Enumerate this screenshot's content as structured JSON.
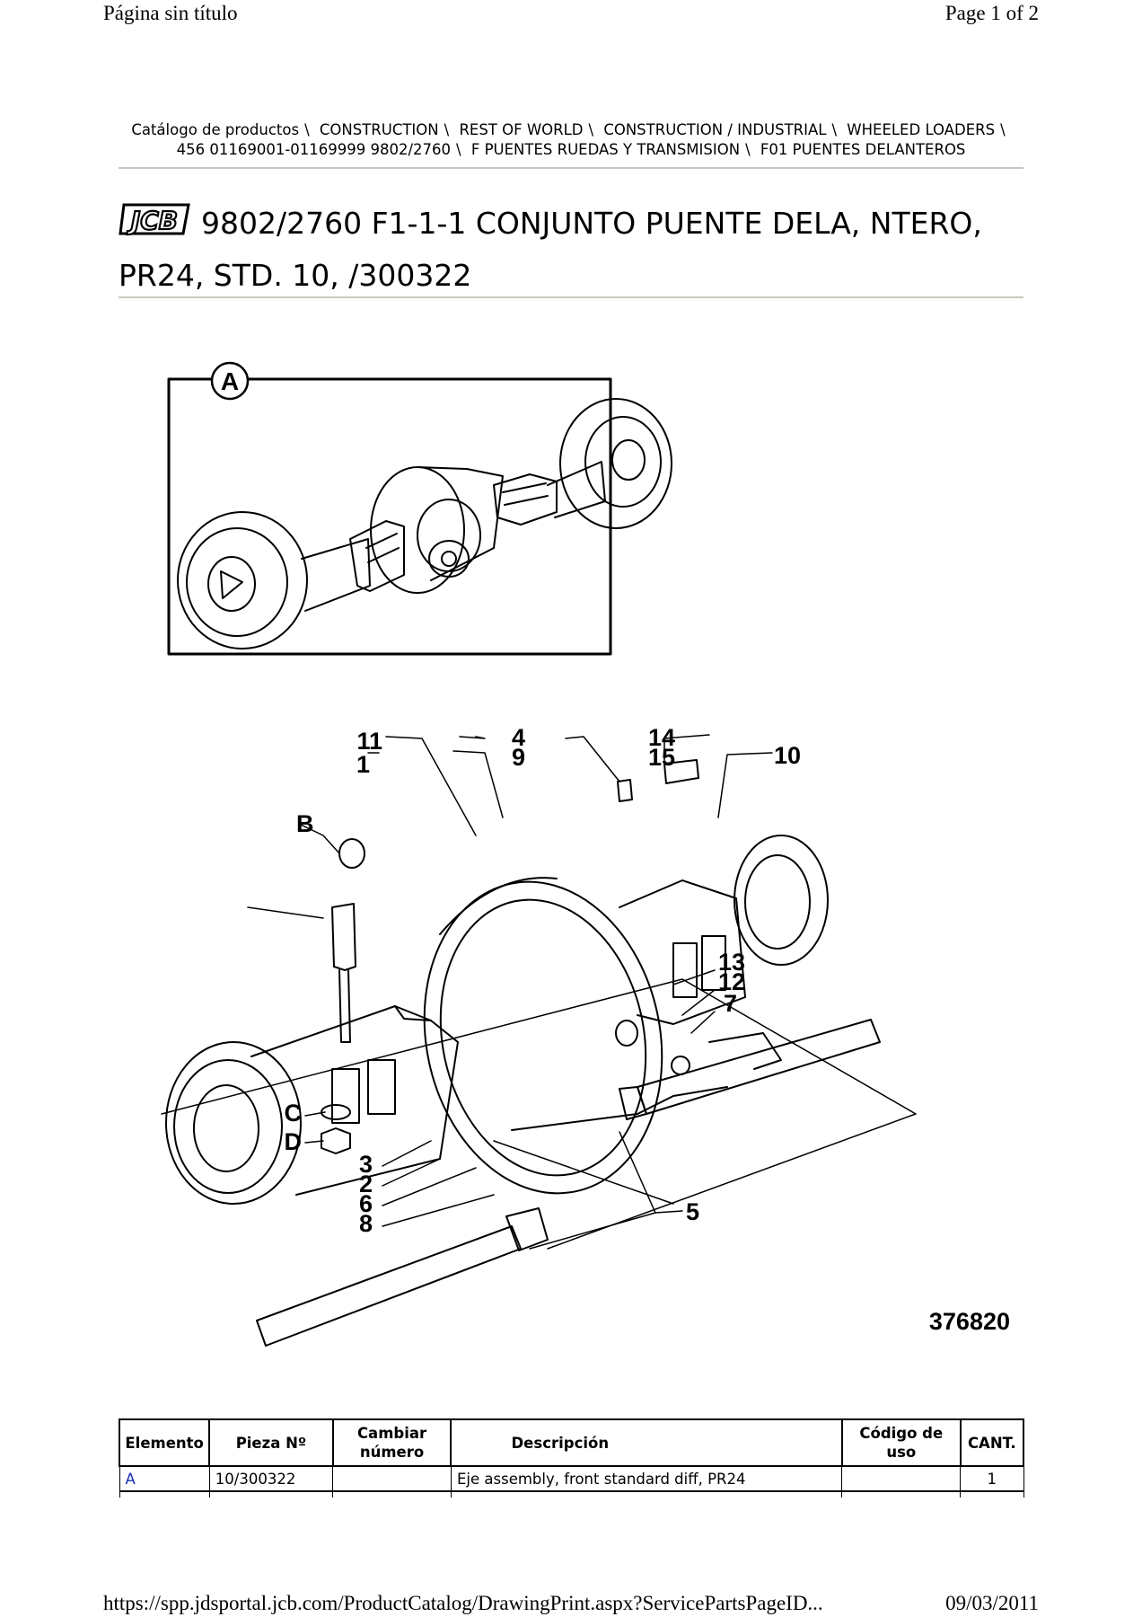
{
  "print_header": {
    "left": "Página sin título",
    "right": "Page 1 of 2"
  },
  "breadcrumb": {
    "items": [
      "Catálogo de productos",
      "CONSTRUCTION",
      "REST OF WORLD",
      "CONSTRUCTION / INDUSTRIAL",
      "WHEELED LOADERS",
      "456 01169001-01169999 9802/2760",
      "F PUENTES RUEDAS Y TRANSMISION",
      "F01 PUENTES DELANTEROS"
    ],
    "separator": "\\"
  },
  "title": {
    "line1": "9802/2760 F1-1-1 CONJUNTO PUENTE DELA, NTERO,",
    "line2": "PR24, STD. 10, /300322"
  },
  "logo_text": "JCB",
  "diagram": {
    "inset_callout": "A",
    "callouts": {
      "n11": "11",
      "n1": "1",
      "n4": "4",
      "n9": "9",
      "n14": "14",
      "n15": "15",
      "n10": "10",
      "b": "B",
      "c": "C",
      "d": "D",
      "n3": "3",
      "n2": "2",
      "n6": "6",
      "n8": "8",
      "n13": "13",
      "n12": "12",
      "n7": "7",
      "n5": "5"
    },
    "drawing_number": "376820"
  },
  "table": {
    "headers": {
      "elemento": "Elemento",
      "pieza": "Pieza Nº",
      "cambiar_1": "Cambiar",
      "cambiar_2": "número",
      "descripcion": "Descripción",
      "codigo": "Código de uso",
      "cant": "CANT."
    },
    "rows": [
      {
        "elemento": "A",
        "pieza": "10/300322",
        "cambiar": "",
        "descripcion": "Eje assembly, front standard diff, PR24",
        "codigo": "",
        "cant": "1"
      }
    ]
  },
  "print_footer": {
    "left": "https://spp.jdsportal.jcb.com/ProductCatalog/DrawingPrint.aspx?ServicePartsPageID...",
    "right": "09/03/2011"
  }
}
